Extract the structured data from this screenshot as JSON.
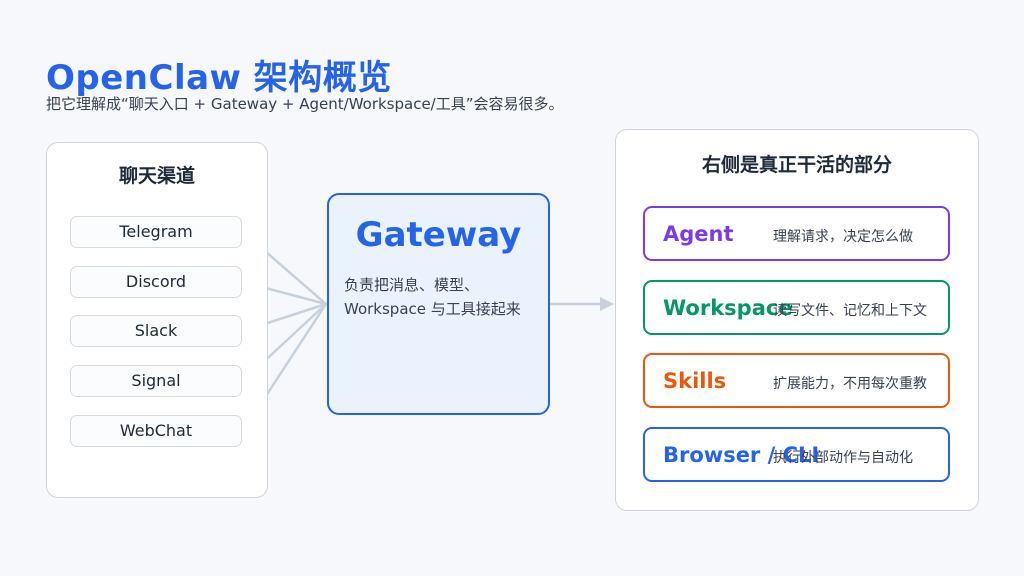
{
  "title": "OpenClaw 架构概览",
  "subtitle": "把它理解成“聊天入口 + Gateway + Agent/Workspace/工具”会容易很多。",
  "channels_panel": {
    "title": "聊天渠道",
    "items": [
      "Telegram",
      "Discord",
      "Slack",
      "Signal",
      "WebChat"
    ]
  },
  "gateway": {
    "title": "Gateway",
    "desc_line1": "负责把消息、模型、",
    "desc_line2": "Workspace 与工具接起来"
  },
  "parts_panel": {
    "title": "右侧是真正干活的部分",
    "items": [
      {
        "name": "Agent",
        "desc": "理解请求，决定怎么做",
        "color": "#7c3aed"
      },
      {
        "name": "Workspace",
        "desc": "读写文件、记忆和上下文",
        "color": "#059669"
      },
      {
        "name": "Skills",
        "desc": "扩展能力，不用每次重教",
        "color": "#ea580c"
      },
      {
        "name": "Browser / CLI",
        "desc": "执行外部动作与自动化",
        "color": "#2563eb"
      }
    ]
  },
  "colors": {
    "accent": "#2563eb",
    "connector": "#c8d0db"
  }
}
